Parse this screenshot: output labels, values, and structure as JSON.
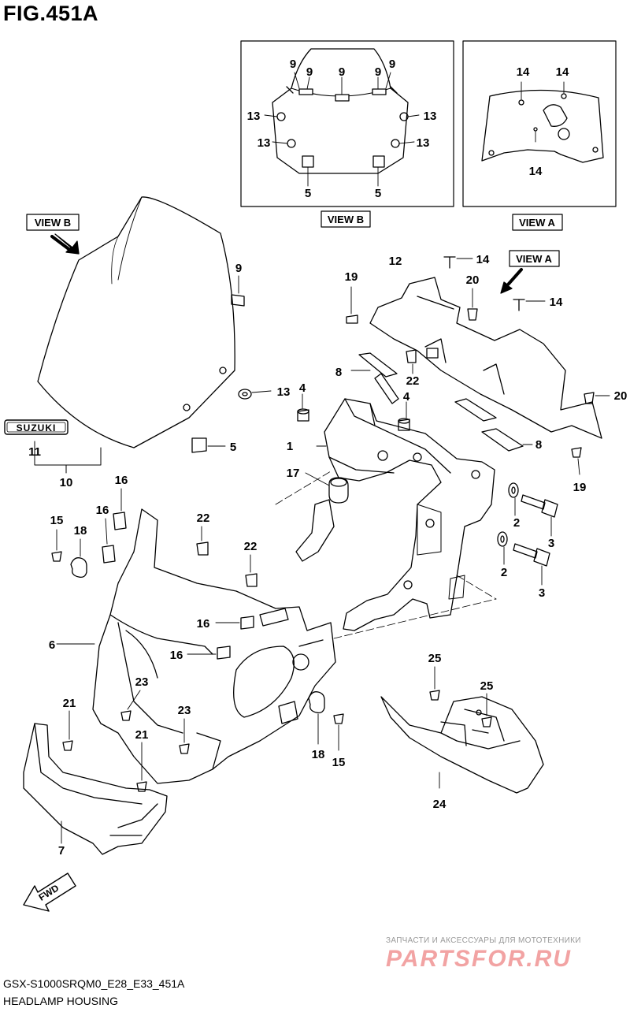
{
  "figure": {
    "title": "FIG.451A",
    "code": "GSX-S1000SRQM0_E28_E33_451A",
    "description": "HEADLAMP HOUSING"
  },
  "view_labels": {
    "view_b_inset": "VIEW B",
    "view_a_inset": "VIEW A",
    "view_b_pointer": "VIEW B",
    "view_a_pointer": "VIEW A",
    "fwd": "FWD"
  },
  "emblem": "SUZUKI",
  "watermark": {
    "tagline": "ЗАПЧАСТИ И АКСЕССУАРЫ ДЛЯ МОТОТЕХНИКИ",
    "site": "PARTSFOR.RU"
  },
  "callouts": {
    "c1": "1",
    "c2a": "2",
    "c2b": "2",
    "c3a": "3",
    "c3b": "3",
    "c4a": "4",
    "c4b": "4",
    "c5": "5",
    "c6": "6",
    "c7": "7",
    "c8a": "8",
    "c8b": "8",
    "c9": "9",
    "c10": "10",
    "c11": "11",
    "c12": "12",
    "c13": "13",
    "c14a": "14",
    "c14b": "14",
    "c15a": "15",
    "c15b": "15",
    "c16a": "16",
    "c16b": "16",
    "c16c": "16",
    "c16d": "16",
    "c17": "17",
    "c18a": "18",
    "c18b": "18",
    "c19a": "19",
    "c19b": "19",
    "c20a": "20",
    "c20b": "20",
    "c21a": "21",
    "c21b": "21",
    "c22a": "22",
    "c22b": "22",
    "c22c": "22",
    "c23a": "23",
    "c23b": "23",
    "c24": "24",
    "c25a": "25",
    "c25b": "25"
  },
  "view_b_callouts": {
    "n9a": "9",
    "n9b": "9",
    "n9c": "9",
    "n9d": "9",
    "n9e": "9",
    "n13a": "13",
    "n13b": "13",
    "n13c": "13",
    "n13d": "13",
    "n5a": "5",
    "n5b": "5"
  },
  "view_a_callouts": {
    "n14a": "14",
    "n14b": "14",
    "n14c": "14"
  }
}
